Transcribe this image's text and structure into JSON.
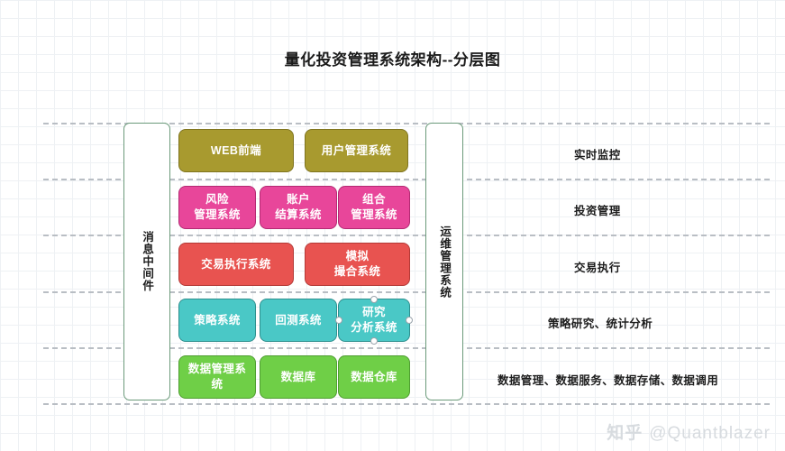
{
  "title": "量化投资管理系统架构--分层图",
  "colors": {
    "olive": "#a89a2f",
    "pink": "#e8469a",
    "red": "#e85350",
    "teal": "#4ac8c6",
    "green": "#6fcf47",
    "pillar_border": "#6b9a7a",
    "divider": "#b9bec4",
    "canvas": "#ffffff"
  },
  "pillars": {
    "left": {
      "label": "消息中间件"
    },
    "right": {
      "label": "运维管理系统"
    }
  },
  "layers": [
    {
      "name": "presentation-layer",
      "color": "olive",
      "caption": "实时监控",
      "modules": [
        {
          "lines": [
            "WEB前端"
          ]
        },
        {
          "lines": [
            "用户管理系统"
          ]
        }
      ]
    },
    {
      "name": "investment-management-layer",
      "color": "pink",
      "caption": "投资管理",
      "modules": [
        {
          "lines": [
            "风险",
            "管理系统"
          ]
        },
        {
          "lines": [
            "账户",
            "结算系统"
          ]
        },
        {
          "lines": [
            "组合",
            "管理系统"
          ]
        }
      ]
    },
    {
      "name": "trade-execution-layer",
      "color": "red",
      "caption": "交易执行",
      "modules": [
        {
          "lines": [
            "交易执行系统"
          ]
        },
        {
          "lines": [
            "模拟",
            "撮合系统"
          ]
        }
      ]
    },
    {
      "name": "research-layer",
      "color": "teal",
      "caption": "策略研究、统计分析",
      "modules": [
        {
          "lines": [
            "策略系统"
          ]
        },
        {
          "lines": [
            "回测系统"
          ]
        },
        {
          "lines": [
            "研究",
            "分析系统"
          ],
          "selected": true
        }
      ]
    },
    {
      "name": "data-layer",
      "color": "green",
      "caption": "数据管理、数据服务、数据存储、数据调用",
      "modules": [
        {
          "lines": [
            "数据管理系",
            "统"
          ]
        },
        {
          "lines": [
            "数据库"
          ]
        },
        {
          "lines": [
            "数据仓库"
          ]
        }
      ]
    }
  ],
  "watermark": {
    "logo": "知乎",
    "handle": "@Quantblazer"
  }
}
